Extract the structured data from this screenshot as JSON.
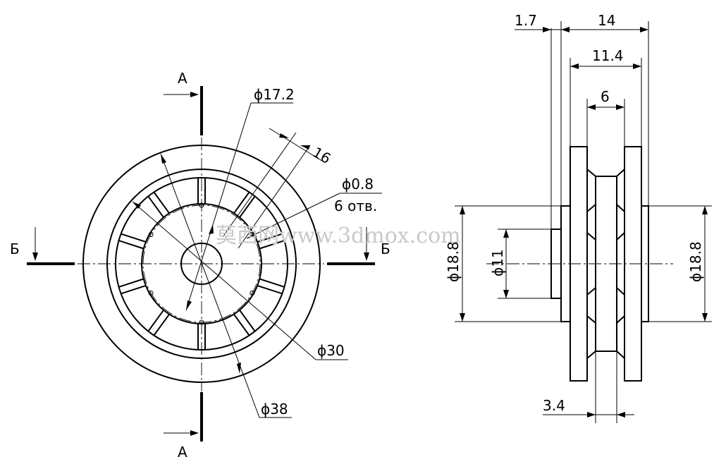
{
  "front_view": {
    "section_a_label": "А",
    "section_b_label": "Б",
    "dim_d17_2": "ϕ17.2",
    "dim_16": "16",
    "dim_hole_d": "ϕ0.8",
    "dim_hole_count": "6 отв.",
    "dim_d30": "ϕ30",
    "dim_d38": "ϕ38"
  },
  "side_view": {
    "dim_1_7": "1.7",
    "dim_14": "14",
    "dim_11_4": "11.4",
    "dim_6": "6",
    "dim_d18_8_left": "ϕ18.8",
    "dim_d11": "ϕ11",
    "dim_d18_8_right": "ϕ18.8",
    "dim_3_4": "3.4"
  },
  "watermark": "莫西网www.3dmox.com"
}
